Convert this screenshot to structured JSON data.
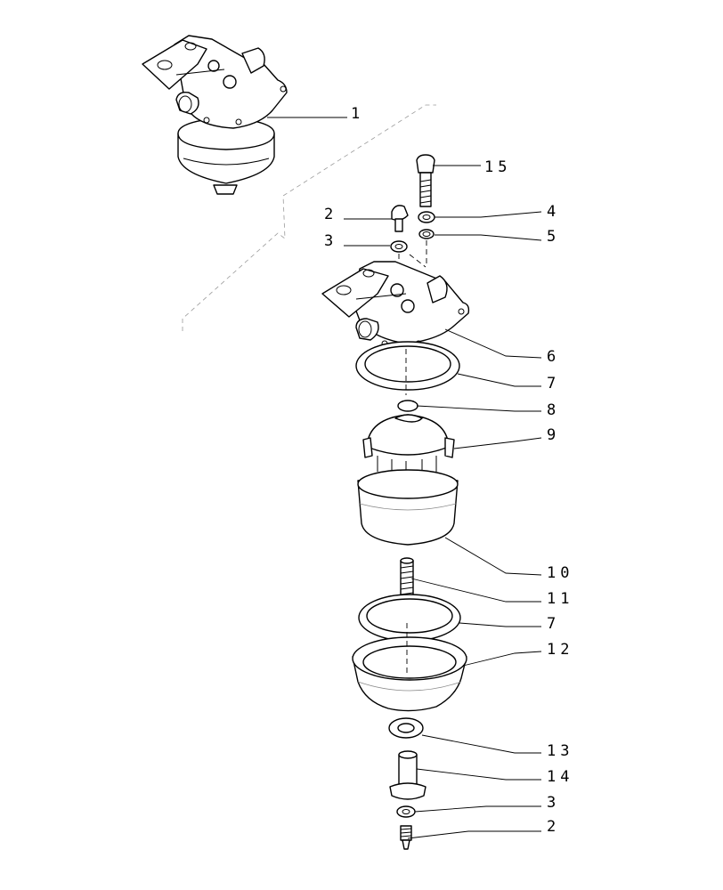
{
  "callouts": {
    "c1": "1",
    "c2_top": "2",
    "c3_top": "3",
    "c4": "4",
    "c5": "5",
    "c6": "6",
    "c7_top": "7",
    "c8": "8",
    "c9": "9",
    "c10": "10",
    "c11": "11",
    "c7_bottom": "7",
    "c12": "12",
    "c13": "13",
    "c14": "14",
    "c3_bottom": "3",
    "c2_bottom": "2",
    "c15": "15"
  }
}
